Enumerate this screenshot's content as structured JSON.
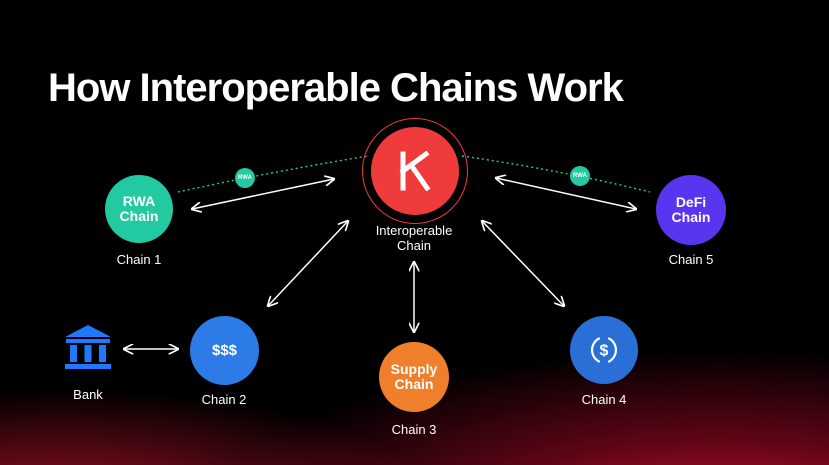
{
  "title": "How Interoperable Chains Work",
  "hub": {
    "logo_letter": "K",
    "label": "Interoperable\nChain",
    "color": "#ef3b3b"
  },
  "nodes": {
    "rwa": {
      "text": "RWA\nChain",
      "label": "Chain 1",
      "color": "#22c9a1"
    },
    "usd": {
      "text": "$$$",
      "label": "Chain 2",
      "color": "#2d7be6"
    },
    "supply": {
      "text": "Supply\nChain",
      "label": "Chain 3",
      "color": "#f07f2b"
    },
    "usdc": {
      "text": "",
      "label": "Chain 4",
      "color": "#2a6fd6",
      "icon": "dollar-circle-icon"
    },
    "defi": {
      "text": "DeFi\nChain",
      "label": "Chain 5",
      "color": "#5a35f0"
    }
  },
  "bank": {
    "label": "Bank",
    "icon": "bank-icon",
    "color": "#1f78ff"
  },
  "badges": {
    "left": "RWA",
    "right": "RWA"
  }
}
